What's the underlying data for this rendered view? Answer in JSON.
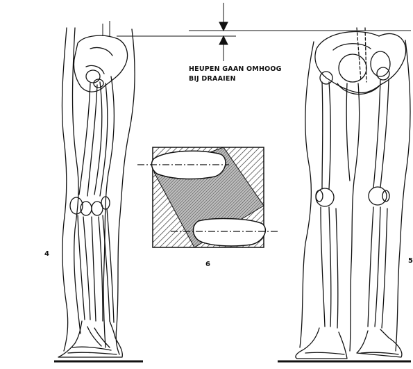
{
  "annotation": {
    "line1": "HEUPEN GAAN OMHOOG",
    "line2": "BIJ DRAAIEN"
  },
  "figure_numbers": {
    "left": "4",
    "center": "6",
    "right": "5"
  },
  "colors": {
    "ink": "#111111",
    "background": "#ffffff"
  }
}
